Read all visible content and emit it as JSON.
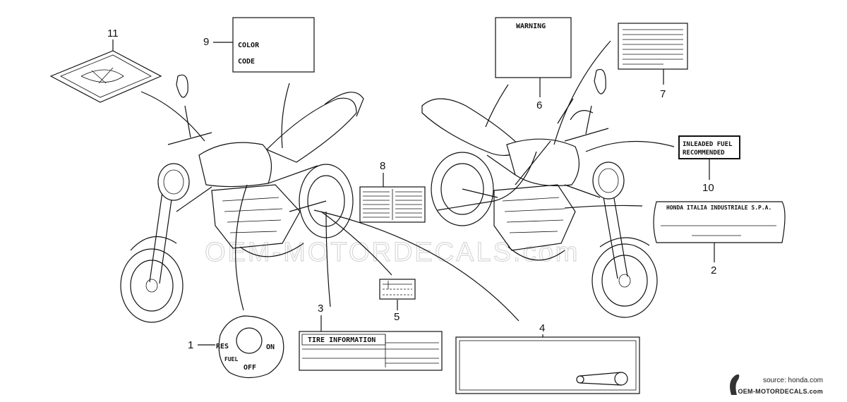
{
  "callouts": {
    "c1": "1",
    "c2": "2",
    "c3": "3",
    "c4": "4",
    "c5": "5",
    "c6": "6",
    "c7": "7",
    "c8": "8",
    "c9": "9",
    "c10": "10",
    "c11": "11"
  },
  "labels": {
    "color": "COLOR",
    "code": "CODE",
    "warning": "WARNING",
    "unleaded_line1": "INLEADED FUEL",
    "unleaded_line2": "RECOMMENDED",
    "honda_italia": "HONDA ITALIA INDUSTRIALE S.P.A.",
    "tire_info": "TIRE INFORMATION",
    "fuel_res": "RES",
    "fuel_on": "ON",
    "fuel_fuel": "FUEL",
    "fuel_off": "OFF"
  },
  "watermark": "OEM-MOTORDECALS.com",
  "credit": {
    "source": "source: honda.com",
    "brand": "OEM-MOTORDECALS.com"
  }
}
